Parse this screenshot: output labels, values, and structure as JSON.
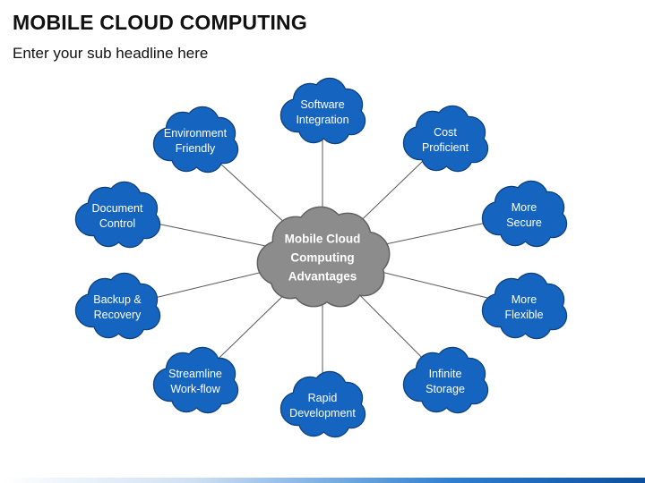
{
  "header": {
    "title": "MOBILE CLOUD COMPUTING",
    "subtitle": "Enter your sub headline here"
  },
  "colors": {
    "node_fill": "#1565c0",
    "node_stroke": "#0d3f7a",
    "center_fill": "#8c8c8c",
    "center_stroke": "#5f5f5f",
    "connector": "#555555"
  },
  "center": {
    "lines": [
      "Mobile Cloud",
      "Computing",
      "Advantages"
    ]
  },
  "nodes": [
    {
      "id": "software-integration",
      "lines": [
        "Software",
        "Integration"
      ]
    },
    {
      "id": "cost-proficient",
      "lines": [
        "Cost",
        "Proficient"
      ]
    },
    {
      "id": "more-secure",
      "lines": [
        "More",
        "Secure"
      ]
    },
    {
      "id": "more-flexible",
      "lines": [
        "More",
        "Flexible"
      ]
    },
    {
      "id": "infinite-storage",
      "lines": [
        "Infinite",
        "Storage"
      ]
    },
    {
      "id": "rapid-development",
      "lines": [
        "Rapid",
        "Development"
      ]
    },
    {
      "id": "streamline-workflow",
      "lines": [
        "Streamline",
        "Work-flow"
      ]
    },
    {
      "id": "backup-recovery",
      "lines": [
        "Backup &",
        "Recovery"
      ]
    },
    {
      "id": "document-control",
      "lines": [
        "Document",
        "Control"
      ]
    },
    {
      "id": "environment-friendly",
      "lines": [
        "Environment",
        "Friendly"
      ]
    }
  ]
}
